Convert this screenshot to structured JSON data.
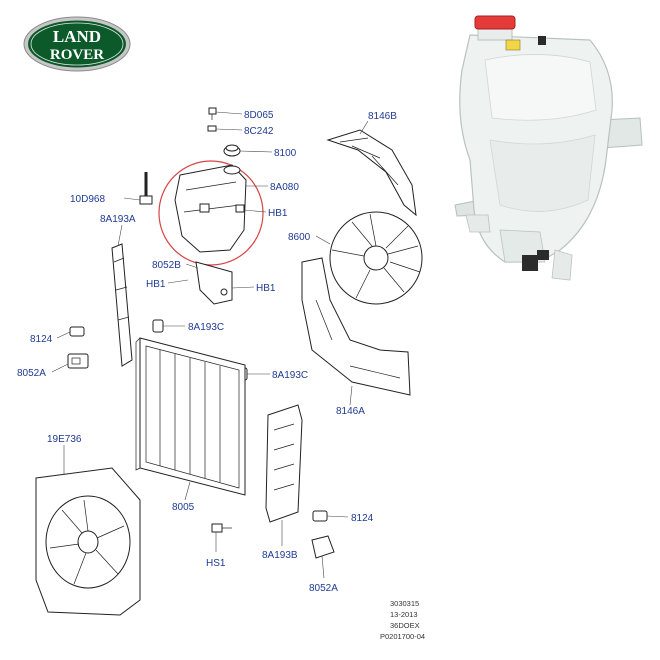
{
  "logo": {
    "line1": "LAND",
    "line2": "ROVER",
    "colors": {
      "green": "#0c5a2a",
      "rim": "#c7c7c7",
      "text": "#ffffff"
    }
  },
  "callouts": [
    {
      "id": "8d065",
      "text": "8D065"
    },
    {
      "id": "8c242",
      "text": "8C242"
    },
    {
      "id": "8100",
      "text": "8100"
    },
    {
      "id": "8a080",
      "text": "8A080"
    },
    {
      "id": "hb1-a",
      "text": "HB1"
    },
    {
      "id": "10d968",
      "text": "10D968"
    },
    {
      "id": "8a193a",
      "text": "8A193A"
    },
    {
      "id": "8052b",
      "text": "8052B"
    },
    {
      "id": "hb1-b",
      "text": "HB1"
    },
    {
      "id": "hb1-c",
      "text": "HB1"
    },
    {
      "id": "8124-a",
      "text": "8124"
    },
    {
      "id": "8a193c-a",
      "text": "8A193C"
    },
    {
      "id": "8052a-a",
      "text": "8052A"
    },
    {
      "id": "8a193c-b",
      "text": "8A193C"
    },
    {
      "id": "8146b",
      "text": "8146B"
    },
    {
      "id": "8600",
      "text": "8600"
    },
    {
      "id": "8146a",
      "text": "8146A"
    },
    {
      "id": "19e736",
      "text": "19E736"
    },
    {
      "id": "8005",
      "text": "8005"
    },
    {
      "id": "8124-b",
      "text": "8124"
    },
    {
      "id": "hs1",
      "text": "HS1"
    },
    {
      "id": "8a193b",
      "text": "8A193B"
    },
    {
      "id": "8052a-b",
      "text": "8052A"
    }
  ],
  "reference": [
    "3030315",
    "13-2013",
    "36DOEX",
    "P0201700-04"
  ],
  "colors": {
    "label": "#1f3a93",
    "highlight": "#d64545",
    "tank": "#eef2f0",
    "cap": "#e53a3a"
  }
}
